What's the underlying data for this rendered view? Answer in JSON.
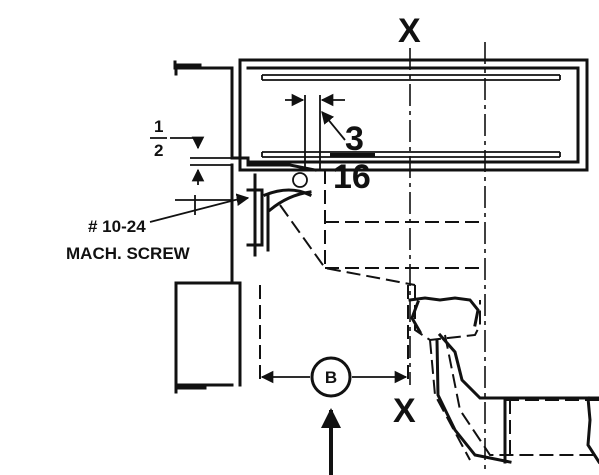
{
  "section_labels": {
    "top": "X",
    "bottom": "X"
  },
  "dim_half": {
    "numerator": "1",
    "denominator": "2"
  },
  "dim_three_sixteenths": {
    "numerator": "3",
    "denominator": "16"
  },
  "screw_note": {
    "line1": "# 10-24",
    "line2": "MACH. SCREW"
  },
  "callout": {
    "letter": "B"
  }
}
